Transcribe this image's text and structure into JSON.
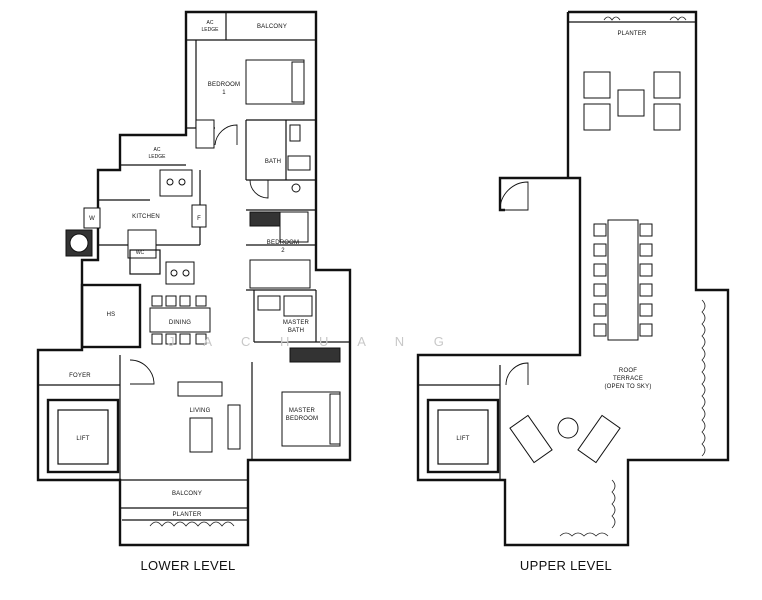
{
  "watermark": "J  A   C  H U A N G",
  "lower_level": {
    "caption": "LOWER LEVEL",
    "labels": {
      "ac_ledge_top": "AC\nLEDGE",
      "balcony_top": "BALCONY",
      "bedroom1": "BEDROOM\n1",
      "ac_ledge_mid": "AC\nLEDGE",
      "kitchen": "KITCHEN",
      "bath": "BATH",
      "bedroom2": "BEDROOM\n2",
      "wc": "WC",
      "w": "W",
      "f": "F",
      "hs": "HS",
      "dining": "DINING",
      "master_bath": "MASTER\nBATH",
      "foyer": "FOYER",
      "living": "LIVING",
      "master_bedroom": "MASTER\nBEDROOM",
      "lift": "LIFT",
      "balcony_bottom": "BALCONY",
      "planter_bottom": "PLANTER"
    }
  },
  "upper_level": {
    "caption": "UPPER LEVEL",
    "labels": {
      "planter": "PLANTER",
      "roof_terrace": "ROOF\nTERRACE\n(OPEN TO SKY)",
      "lift": "LIFT"
    }
  }
}
